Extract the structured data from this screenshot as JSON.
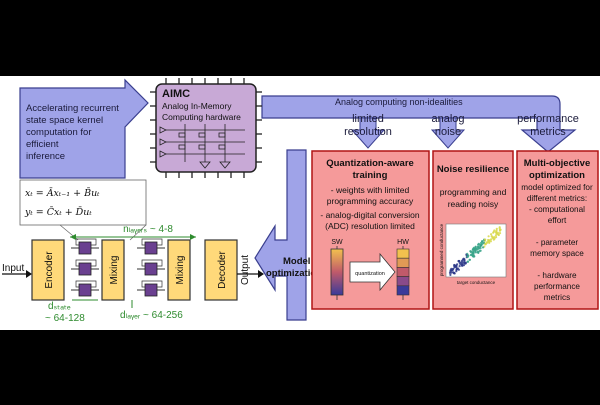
{
  "colors": {
    "arrow_fill": "#9fa3e8",
    "arrow_stroke": "#3a3f8f",
    "chip_fill": "#c8a9d6",
    "panel_fill": "#f59a9a",
    "panel_stroke": "#b01414",
    "block_fill": "#ffd97a",
    "block_stroke": "#333333",
    "kernel_fill": "#6a4090",
    "green_text": "#2e8b2e"
  },
  "left_arrow": {
    "lines": [
      "Accelerating recurrent",
      "state space kernel",
      "computation for",
      "efficient",
      "inference"
    ]
  },
  "chip": {
    "title": "AIMC",
    "lines": [
      "Analog In-Memory",
      "Computing hardware"
    ]
  },
  "top_arrow": {
    "header": "Analog computing non-idealities",
    "items": [
      {
        "lines": [
          "limited",
          "resolution"
        ]
      },
      {
        "lines": [
          "analog",
          "noise"
        ]
      },
      {
        "lines": [
          "performance",
          "metrics"
        ]
      }
    ]
  },
  "equations": {
    "line1": "xₜ = Āxₜ₋₁ + B̄uₜ",
    "line2": "yₜ = C̄xₜ + D̄uₜ"
  },
  "pipeline": {
    "input_label": "Input",
    "output_label": "Output",
    "encoder": "Encoder",
    "mixing1": "Mixing",
    "mixing2": "Mixing",
    "decoder": "Decoder",
    "n_layers": "nₗₐᵧₑᵣₛ ~ 4-8",
    "d_state": "dₛₜₐₜₑ",
    "d_state_range": "~ 64-128",
    "d_layer": "dₗₐᵧₑᵣ ~ 64-256"
  },
  "model_opt": {
    "lines": [
      "Model",
      "optimization"
    ]
  },
  "panels": {
    "quant": {
      "title": [
        "Quantization-aware",
        "training"
      ],
      "bullets": [
        "- weights with limited",
        "programming accuracy",
        "- analog-digital conversion",
        "(ADC) resolution limited"
      ],
      "sw_label": "SW",
      "hw_label": "HW",
      "arrow_label": "quantization"
    },
    "noise": {
      "title": [
        "Noise resilience"
      ],
      "lines": [
        "programming and",
        "reading noisy"
      ],
      "y_axis": "programmed conductance",
      "x_axis": "target conductance"
    },
    "multi": {
      "title": [
        "Multi-objective",
        "optimization"
      ],
      "lines": [
        "model optimized for",
        "different metrics:",
        "- computational",
        "effort",
        "",
        "- parameter",
        "memory space",
        "",
        "- hardware",
        "performance",
        "metrics"
      ]
    }
  }
}
